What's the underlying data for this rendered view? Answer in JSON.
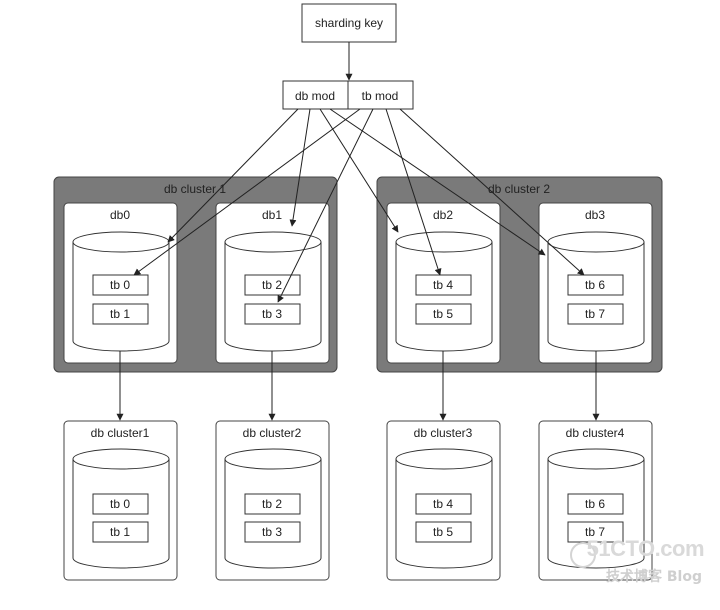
{
  "sharding_key": "sharding key",
  "router": {
    "db_mod": "db mod",
    "tb_mod": "tb mod"
  },
  "clusters": [
    {
      "label": "db cluster 1",
      "dbs": [
        {
          "label": "db0",
          "tables": [
            "tb 0",
            "tb 1"
          ]
        },
        {
          "label": "db1",
          "tables": [
            "tb 2",
            "tb 3"
          ]
        }
      ]
    },
    {
      "label": "db cluster 2",
      "dbs": [
        {
          "label": "db2",
          "tables": [
            "tb 4",
            "tb 5"
          ]
        },
        {
          "label": "db3",
          "tables": [
            "tb 6",
            "tb 7"
          ]
        }
      ]
    }
  ],
  "targets": [
    {
      "label": "db cluster1",
      "tables": [
        "tb 0",
        "tb 1"
      ]
    },
    {
      "label": "db cluster2",
      "tables": [
        "tb 2",
        "tb 3"
      ]
    },
    {
      "label": "db cluster3",
      "tables": [
        "tb 4",
        "tb 5"
      ]
    },
    {
      "label": "db cluster4",
      "tables": [
        "tb 6",
        "tb 7"
      ]
    }
  ],
  "watermark": {
    "site": "51CTO.com",
    "subtitle": "技术博客 Blog"
  }
}
